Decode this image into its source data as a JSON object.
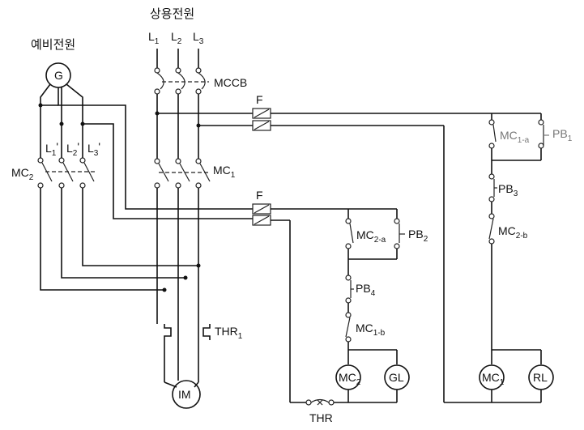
{
  "labels": {
    "main_power": "상용전원",
    "standby_power": "예비전원",
    "generator": "G",
    "L1": "L",
    "L1_sub": "1",
    "L2": "L",
    "L2_sub": "2",
    "L3": "L",
    "L3_sub": "3",
    "L1p": "L",
    "L1p_sub": "1",
    "L1p_prime": "'",
    "L2p": "L",
    "L2p_sub": "2",
    "L2p_prime": "'",
    "L3p": "L",
    "L3p_sub": "3",
    "L3p_prime": "'",
    "mccb": "MCCB",
    "fuse_top": "F",
    "fuse_mid": "F",
    "mc1_main": "MC",
    "mc1_main_sub": "1",
    "mc2_main": "MC",
    "mc2_main_sub": "2",
    "thr1": "THR",
    "thr1_sub": "1",
    "motor": "IM",
    "thr": "THR",
    "mc1a": "MC",
    "mc1a_sub": "1-a",
    "pb1": "PB",
    "pb1_sub": "1",
    "pb3": "PB",
    "pb3_sub": "3",
    "mc2b": "MC",
    "mc2b_sub": "2-b",
    "mc2a": "MC",
    "mc2a_sub": "2-a",
    "pb2": "PB",
    "pb2_sub": "2",
    "pb4": "PB",
    "pb4_sub": "4",
    "mc1b": "MC",
    "mc1b_sub": "1-b",
    "coil_mc2": "MC",
    "coil_mc2_sub": "2",
    "lamp_gl": "GL",
    "coil_mc1": "MC",
    "coil_mc1_sub": "1",
    "lamp_rl": "RL"
  }
}
